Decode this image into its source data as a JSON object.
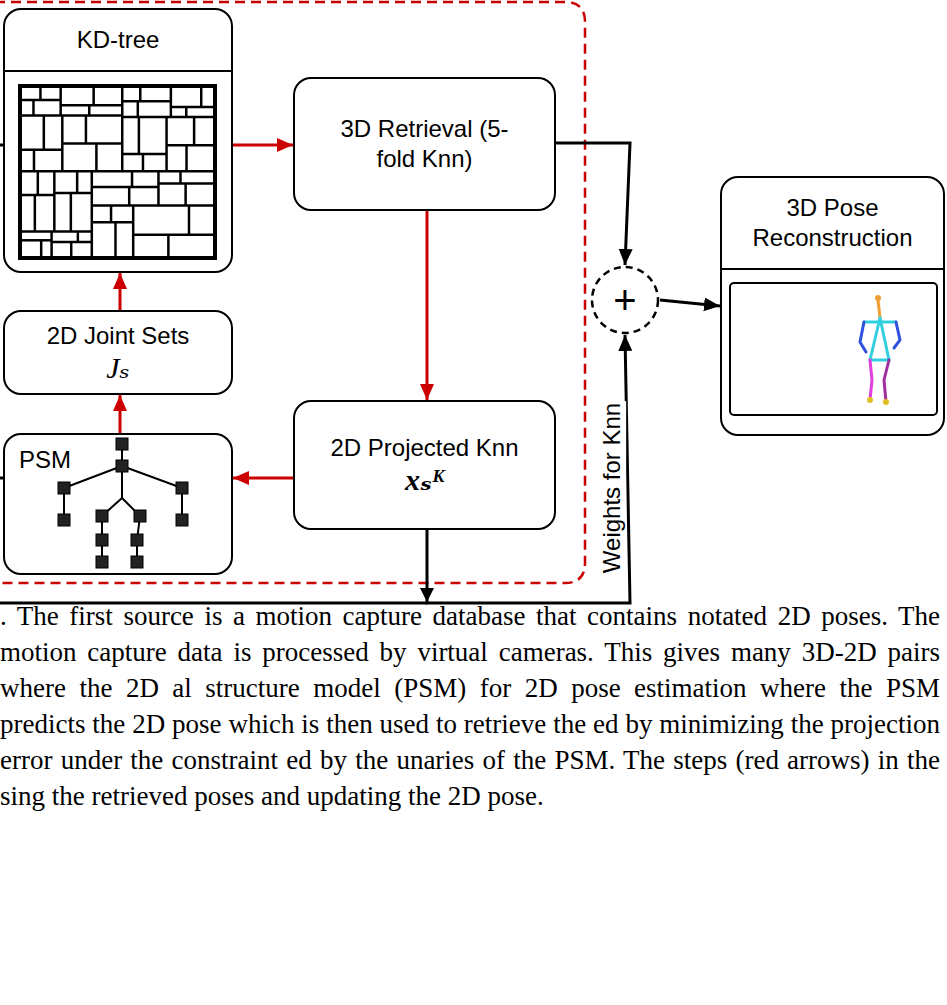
{
  "diagram": {
    "caption": ". The first source is a motion capture database that contains notated 2D poses. The motion capture data is processed by virtual cameras. This gives many 3D-2D pairs where the 2D al structure model (PSM) for 2D pose estimation where the PSM predicts the 2D pose which is then used to retrieve the ed by minimizing the projection error under the constraint ed by the unaries of the PSM. The steps (red arrows) in the sing the retrieved poses and updating the 2D pose.",
    "nodes": [
      {
        "text": [
          "KD-tree"
        ]
      },
      {
        "text": [
          "3D Retrieval (5-fold Knn)"
        ]
      },
      {
        "text": [
          "3D Pose Reconstruction"
        ]
      },
      {
        "text": [
          "2D Joint Sets",
          "Jₛ"
        ]
      },
      {
        "text": [
          "PSM"
        ]
      },
      {
        "text": [
          "2D Projected Knn",
          "xₛᴷ"
        ]
      },
      {
        "text": [
          "+"
        ]
      }
    ],
    "edges": [
      {
        "from": 0,
        "to": 1,
        "arrow": "to"
      },
      {
        "from": 1,
        "to": 5,
        "arrow": "to"
      },
      {
        "from": 5,
        "to": 4,
        "arrow": "to"
      },
      {
        "from": 4,
        "to": 3,
        "arrow": "to"
      },
      {
        "from": 3,
        "to": 0,
        "arrow": "to"
      },
      {
        "from": 1,
        "to": 6,
        "arrow": "to"
      },
      {
        "from": 5,
        "to": 6,
        "arrow": "to",
        "label": "Weights for Knn"
      },
      {
        "from": 6,
        "to": 2,
        "arrow": "to"
      }
    ]
  }
}
